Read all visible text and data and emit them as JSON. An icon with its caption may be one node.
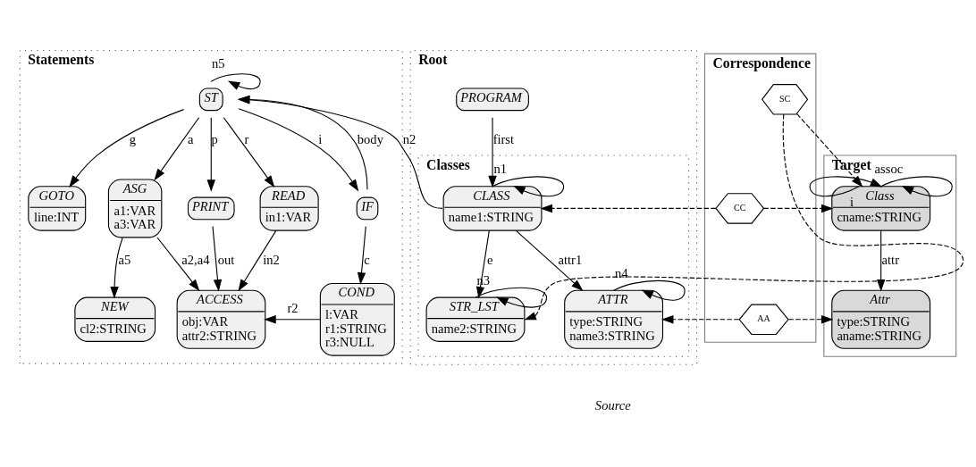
{
  "diagram": {
    "nodes": [
      {
        "text": [
          "Statements"
        ]
      },
      {
        "text": [
          "Root"
        ]
      },
      {
        "text": [
          "Classes"
        ],
        "in": 1
      },
      {
        "text": [
          "Correspondence"
        ]
      },
      {
        "text": [
          "Target"
        ]
      },
      {
        "text": [
          "ST"
        ],
        "in": 0
      },
      {
        "text": [
          "GOTO",
          "line:INT"
        ],
        "in": 0
      },
      {
        "text": [
          "ASG",
          "a1:VAR",
          "a3:VAR"
        ],
        "in": 0
      },
      {
        "text": [
          "PRINT"
        ],
        "in": 0
      },
      {
        "text": [
          "READ",
          "in1:VAR"
        ],
        "in": 0
      },
      {
        "text": [
          "IF"
        ],
        "in": 0
      },
      {
        "text": [
          "NEW",
          "cl2:STRING"
        ],
        "in": 0
      },
      {
        "text": [
          "ACCESS",
          "obj:VAR",
          "attr2:STRING"
        ],
        "in": 0
      },
      {
        "text": [
          "COND",
          "l:VAR",
          "r1:STRING",
          "r3:NULL"
        ],
        "in": 0
      },
      {
        "text": [
          "PROGRAM"
        ],
        "in": 1
      },
      {
        "text": [
          "CLASS",
          "name1:STRING"
        ],
        "in": 2
      },
      {
        "text": [
          "STR_LST",
          "name2:STRING"
        ],
        "in": 2
      },
      {
        "text": [
          "ATTR",
          "type:STRING",
          "name3:STRING"
        ],
        "in": 2
      },
      {
        "text": [
          "CC"
        ],
        "in": 3
      },
      {
        "text": [
          "SC"
        ],
        "in": 3
      },
      {
        "text": [
          "AA"
        ],
        "in": 3
      },
      {
        "text": [
          "Class",
          "cname:STRING"
        ],
        "in": 4
      },
      {
        "text": [
          "Attr",
          "type:STRING",
          "aname:STRING"
        ],
        "in": 4
      }
    ],
    "edges": [
      {
        "from": 14,
        "to": 15,
        "arrow": "to",
        "label": "first"
      },
      {
        "from": 15,
        "to": 15,
        "arrow": "to",
        "label": "n1"
      },
      {
        "from": 15,
        "to": 5,
        "arrow": "to",
        "label": "n2"
      },
      {
        "from": 10,
        "to": 5,
        "arrow": "to",
        "label": "body"
      },
      {
        "from": 5,
        "to": 5,
        "arrow": "to",
        "label": "n5"
      },
      {
        "from": 5,
        "to": 6,
        "arrow": "to",
        "label": "g"
      },
      {
        "from": 5,
        "to": 7,
        "arrow": "to",
        "label": "a"
      },
      {
        "from": 5,
        "to": 8,
        "arrow": "to",
        "label": "p"
      },
      {
        "from": 5,
        "to": 9,
        "arrow": "to",
        "label": "r"
      },
      {
        "from": 5,
        "to": 10,
        "arrow": "to",
        "label": "i"
      },
      {
        "from": 7,
        "to": 11,
        "arrow": "to",
        "label": "a5"
      },
      {
        "from": 7,
        "to": 12,
        "arrow": "to",
        "label": "a2,a4"
      },
      {
        "from": 8,
        "to": 12,
        "arrow": "to",
        "label": "out"
      },
      {
        "from": 9,
        "to": 12,
        "arrow": "to",
        "label": "in2"
      },
      {
        "from": 10,
        "to": 13,
        "arrow": "to",
        "label": "c"
      },
      {
        "from": 13,
        "to": 12,
        "arrow": "to",
        "label": "r2"
      },
      {
        "from": 15,
        "to": 16,
        "arrow": "to",
        "label": "e"
      },
      {
        "from": 16,
        "to": 16,
        "arrow": "to",
        "label": "n3"
      },
      {
        "from": 15,
        "to": 17,
        "arrow": "to",
        "label": "attr1"
      },
      {
        "from": 17,
        "to": 17,
        "arrow": "to",
        "label": "n4"
      },
      {
        "from": 18,
        "to": 15,
        "arrow": "to",
        "style": "dashed"
      },
      {
        "from": 18,
        "to": 21,
        "arrow": "to",
        "style": "dashed"
      },
      {
        "from": 19,
        "to": 16,
        "arrow": "to",
        "style": "dashed"
      },
      {
        "from": 19,
        "to": 21,
        "arrow": "to",
        "style": "dashed"
      },
      {
        "from": 20,
        "to": 17,
        "arrow": "to",
        "style": "dashed"
      },
      {
        "from": 20,
        "to": 22,
        "arrow": "to",
        "style": "dashed"
      },
      {
        "from": 21,
        "to": 21,
        "arrow": "to",
        "label": "i"
      },
      {
        "from": 21,
        "to": 21,
        "arrow": "to",
        "label": "assoc"
      },
      {
        "from": 21,
        "to": 22,
        "arrow": "to",
        "label": "attr"
      }
    ],
    "labels": [
      "Source"
    ]
  }
}
